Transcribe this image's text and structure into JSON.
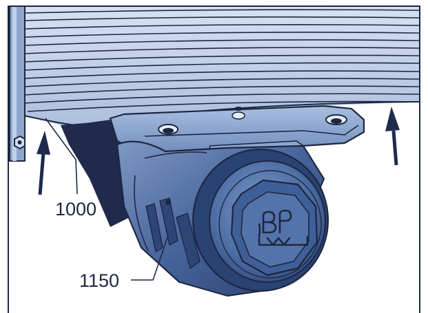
{
  "figure": {
    "callouts": [
      {
        "label": "1000"
      },
      {
        "label": "1150"
      }
    ],
    "logo_text": "BPW",
    "colors": {
      "frame": "#1d2741",
      "dark_navy": "#1f2a4d",
      "body_blue": "#3d5d95",
      "light_blue": "#9fb6da",
      "pale_blue": "#c8d6ec",
      "background": "#ffffff"
    }
  }
}
